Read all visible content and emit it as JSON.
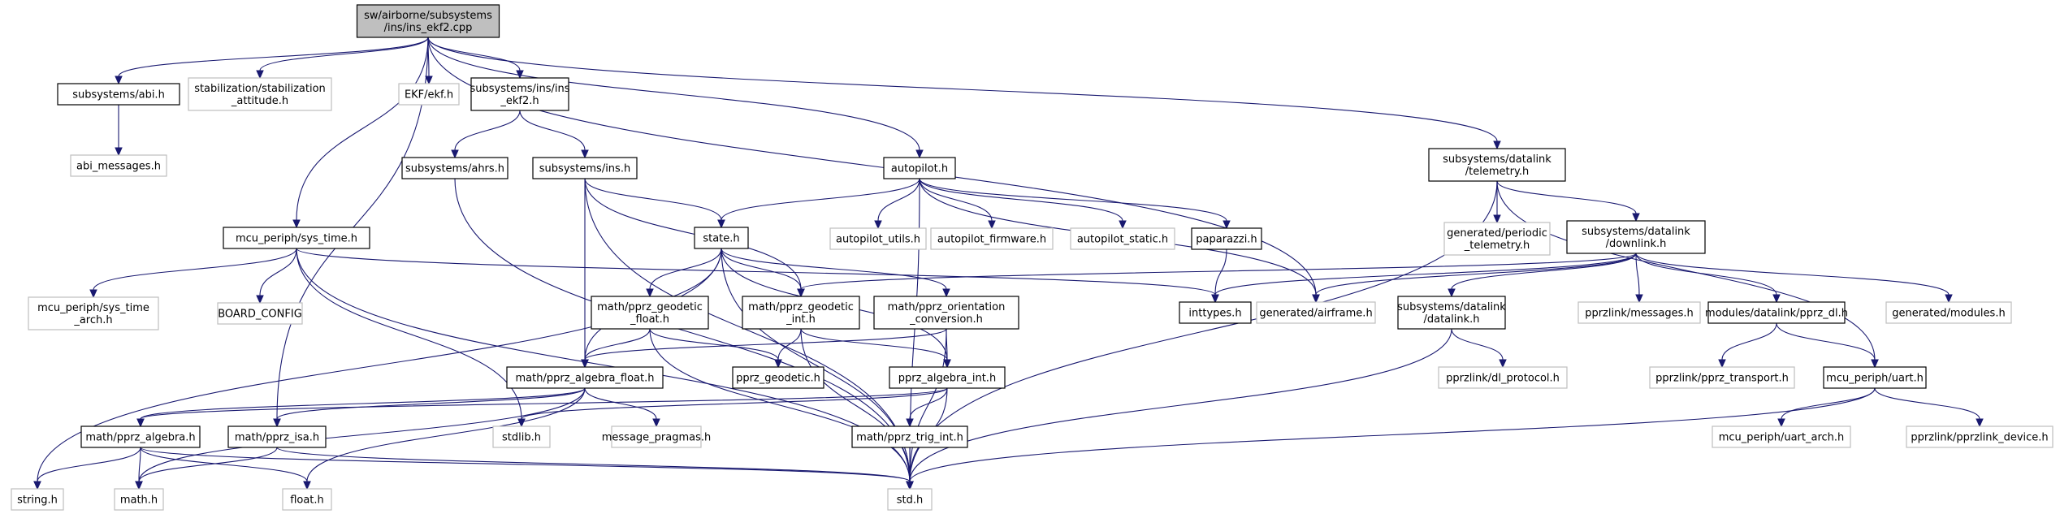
{
  "graph": {
    "root": "ins_ekf2",
    "nodes": [
      {
        "id": "ins_ekf2",
        "lines": [
          "sw/airborne/subsystems",
          "/ins/ins_ekf2.cpp"
        ],
        "kind": "root"
      },
      {
        "id": "abi",
        "lines": [
          "subsystems/abi.h"
        ],
        "kind": "doc"
      },
      {
        "id": "stab_att",
        "lines": [
          "stabilization/stabilization",
          "_attitude.h"
        ],
        "kind": "ext"
      },
      {
        "id": "ekf",
        "lines": [
          "EKF/ekf.h"
        ],
        "kind": "ext"
      },
      {
        "id": "ins_ekf2_h",
        "lines": [
          "subsystems/ins/ins",
          "_ekf2.h"
        ],
        "kind": "doc"
      },
      {
        "id": "telemetry",
        "lines": [
          "subsystems/datalink",
          "/telemetry.h"
        ],
        "kind": "doc"
      },
      {
        "id": "abi_messages",
        "lines": [
          "abi_messages.h"
        ],
        "kind": "ext"
      },
      {
        "id": "ahrs",
        "lines": [
          "subsystems/ahrs.h"
        ],
        "kind": "doc"
      },
      {
        "id": "ins",
        "lines": [
          "subsystems/ins.h"
        ],
        "kind": "doc"
      },
      {
        "id": "autopilot",
        "lines": [
          "autopilot.h"
        ],
        "kind": "doc"
      },
      {
        "id": "periodic_telemetry",
        "lines": [
          "generated/periodic",
          "_telemetry.h"
        ],
        "kind": "ext"
      },
      {
        "id": "downlink",
        "lines": [
          "subsystems/datalink",
          "/downlink.h"
        ],
        "kind": "doc"
      },
      {
        "id": "sys_time",
        "lines": [
          "mcu_periph/sys_time.h"
        ],
        "kind": "doc"
      },
      {
        "id": "state",
        "lines": [
          "state.h"
        ],
        "kind": "doc"
      },
      {
        "id": "autopilot_utils",
        "lines": [
          "autopilot_utils.h"
        ],
        "kind": "ext"
      },
      {
        "id": "autopilot_firmware",
        "lines": [
          "autopilot_firmware.h"
        ],
        "kind": "ext"
      },
      {
        "id": "autopilot_static",
        "lines": [
          "autopilot_static.h"
        ],
        "kind": "ext"
      },
      {
        "id": "paparazzi",
        "lines": [
          "paparazzi.h"
        ],
        "kind": "doc"
      },
      {
        "id": "sys_time_arch",
        "lines": [
          "mcu_periph/sys_time",
          "_arch.h"
        ],
        "kind": "ext"
      },
      {
        "id": "board_config",
        "lines": [
          "BOARD_CONFIG"
        ],
        "kind": "ext"
      },
      {
        "id": "geodetic_float",
        "lines": [
          "math/pprz_geodetic",
          "_float.h"
        ],
        "kind": "doc"
      },
      {
        "id": "geodetic_int",
        "lines": [
          "math/pprz_geodetic",
          "_int.h"
        ],
        "kind": "doc"
      },
      {
        "id": "orientation_conversion",
        "lines": [
          "math/pprz_orientation",
          "_conversion.h"
        ],
        "kind": "doc"
      },
      {
        "id": "inttypes",
        "lines": [
          "inttypes.h"
        ],
        "kind": "doc"
      },
      {
        "id": "airframe",
        "lines": [
          "generated/airframe.h"
        ],
        "kind": "ext"
      },
      {
        "id": "datalink",
        "lines": [
          "subsystems/datalink",
          "/datalink.h"
        ],
        "kind": "doc"
      },
      {
        "id": "pprzlink_messages",
        "lines": [
          "pprzlink/messages.h"
        ],
        "kind": "ext"
      },
      {
        "id": "pprz_dl",
        "lines": [
          "modules/datalink/pprz_dl.h"
        ],
        "kind": "doc"
      },
      {
        "id": "generated_modules",
        "lines": [
          "generated/modules.h"
        ],
        "kind": "ext"
      },
      {
        "id": "algebra_float",
        "lines": [
          "math/pprz_algebra_float.h"
        ],
        "kind": "doc"
      },
      {
        "id": "pprz_geodetic",
        "lines": [
          "pprz_geodetic.h"
        ],
        "kind": "doc"
      },
      {
        "id": "algebra_int",
        "lines": [
          "pprz_algebra_int.h"
        ],
        "kind": "doc"
      },
      {
        "id": "dl_protocol",
        "lines": [
          "pprzlink/dl_protocol.h"
        ],
        "kind": "ext"
      },
      {
        "id": "pprz_transport",
        "lines": [
          "pprzlink/pprz_transport.h"
        ],
        "kind": "ext"
      },
      {
        "id": "uart",
        "lines": [
          "mcu_periph/uart.h"
        ],
        "kind": "doc"
      },
      {
        "id": "pprz_algebra",
        "lines": [
          "math/pprz_algebra.h"
        ],
        "kind": "doc"
      },
      {
        "id": "pprz_isa",
        "lines": [
          "math/pprz_isa.h"
        ],
        "kind": "doc"
      },
      {
        "id": "stdlib",
        "lines": [
          "stdlib.h"
        ],
        "kind": "ext"
      },
      {
        "id": "message_pragmas",
        "lines": [
          "message_pragmas.h"
        ],
        "kind": "ext"
      },
      {
        "id": "trig_int",
        "lines": [
          "math/pprz_trig_int.h"
        ],
        "kind": "doc"
      },
      {
        "id": "uart_arch",
        "lines": [
          "mcu_periph/uart_arch.h"
        ],
        "kind": "ext"
      },
      {
        "id": "pprzlink_device",
        "lines": [
          "pprzlink/pprzlink_device.h"
        ],
        "kind": "ext"
      },
      {
        "id": "string",
        "lines": [
          "string.h"
        ],
        "kind": "ext"
      },
      {
        "id": "math",
        "lines": [
          "math.h"
        ],
        "kind": "ext"
      },
      {
        "id": "float",
        "lines": [
          "float.h"
        ],
        "kind": "ext"
      },
      {
        "id": "std",
        "lines": [
          "std.h"
        ],
        "kind": "ext"
      }
    ],
    "edges": [
      [
        "ins_ekf2",
        "abi"
      ],
      [
        "ins_ekf2",
        "stab_att"
      ],
      [
        "ins_ekf2",
        "ekf"
      ],
      [
        "ins_ekf2",
        "ins_ekf2_h"
      ],
      [
        "ins_ekf2",
        "telemetry"
      ],
      [
        "ins_ekf2",
        "sys_time"
      ],
      [
        "ins_ekf2",
        "autopilot"
      ],
      [
        "ins_ekf2",
        "airframe"
      ],
      [
        "ins_ekf2",
        "pprz_isa"
      ],
      [
        "abi",
        "abi_messages"
      ],
      [
        "ins_ekf2_h",
        "ahrs"
      ],
      [
        "ins_ekf2_h",
        "ins"
      ],
      [
        "ahrs",
        "std"
      ],
      [
        "ins",
        "state"
      ],
      [
        "ins",
        "geodetic_int"
      ],
      [
        "ins",
        "algebra_float"
      ],
      [
        "ins",
        "std"
      ],
      [
        "autopilot",
        "state"
      ],
      [
        "autopilot",
        "autopilot_utils"
      ],
      [
        "autopilot",
        "autopilot_firmware"
      ],
      [
        "autopilot",
        "autopilot_static"
      ],
      [
        "autopilot",
        "paparazzi"
      ],
      [
        "autopilot",
        "airframe"
      ],
      [
        "autopilot",
        "std"
      ],
      [
        "telemetry",
        "periodic_telemetry"
      ],
      [
        "telemetry",
        "downlink"
      ],
      [
        "telemetry",
        "uart"
      ],
      [
        "telemetry",
        "std"
      ],
      [
        "downlink",
        "inttypes"
      ],
      [
        "downlink",
        "airframe"
      ],
      [
        "downlink",
        "datalink"
      ],
      [
        "downlink",
        "pprzlink_messages"
      ],
      [
        "downlink",
        "pprz_dl"
      ],
      [
        "downlink",
        "generated_modules"
      ],
      [
        "downlink",
        "geodetic_int"
      ],
      [
        "sys_time",
        "sys_time_arch"
      ],
      [
        "sys_time",
        "board_config"
      ],
      [
        "sys_time",
        "inttypes"
      ],
      [
        "sys_time",
        "stdlib"
      ],
      [
        "sys_time",
        "std"
      ],
      [
        "state",
        "geodetic_float"
      ],
      [
        "state",
        "geodetic_int"
      ],
      [
        "state",
        "orientation_conversion"
      ],
      [
        "state",
        "algebra_float"
      ],
      [
        "state",
        "algebra_int"
      ],
      [
        "state",
        "string"
      ],
      [
        "state",
        "std"
      ],
      [
        "paparazzi",
        "inttypes"
      ],
      [
        "geodetic_float",
        "algebra_float"
      ],
      [
        "geodetic_float",
        "pprz_geodetic"
      ],
      [
        "geodetic_float",
        "std"
      ],
      [
        "geodetic_int",
        "pprz_geodetic"
      ],
      [
        "geodetic_int",
        "algebra_int"
      ],
      [
        "geodetic_int",
        "std"
      ],
      [
        "orientation_conversion",
        "algebra_float"
      ],
      [
        "orientation_conversion",
        "algebra_int"
      ],
      [
        "orientation_conversion",
        "std"
      ],
      [
        "datalink",
        "dl_protocol"
      ],
      [
        "datalink",
        "std"
      ],
      [
        "pprz_dl",
        "pprz_transport"
      ],
      [
        "pprz_dl",
        "uart"
      ],
      [
        "algebra_float",
        "pprz_algebra"
      ],
      [
        "algebra_float",
        "pprz_isa"
      ],
      [
        "algebra_float",
        "math"
      ],
      [
        "algebra_float",
        "float"
      ],
      [
        "algebra_float",
        "message_pragmas"
      ],
      [
        "algebra_int",
        "pprz_algebra"
      ],
      [
        "algebra_int",
        "stdlib"
      ],
      [
        "algebra_int",
        "trig_int"
      ],
      [
        "algebra_int",
        "std"
      ],
      [
        "uart",
        "uart_arch"
      ],
      [
        "uart",
        "pprzlink_device"
      ],
      [
        "uart",
        "std"
      ],
      [
        "pprz_algebra",
        "string"
      ],
      [
        "pprz_algebra",
        "math"
      ],
      [
        "pprz_algebra",
        "float"
      ],
      [
        "pprz_algebra",
        "std"
      ],
      [
        "pprz_isa",
        "math"
      ],
      [
        "pprz_isa",
        "std"
      ],
      [
        "trig_int",
        "std"
      ]
    ]
  }
}
